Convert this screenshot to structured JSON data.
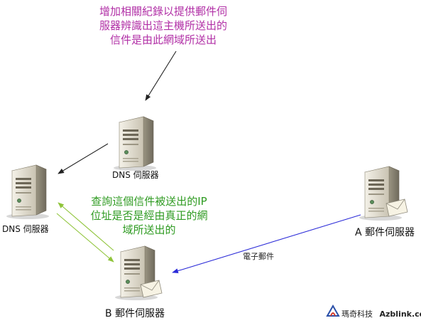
{
  "note_top": {
    "lines": [
      "增加相關紀錄以提供郵件伺",
      "服器辨識出這主機所送出的",
      "信件是由此網域所送出"
    ],
    "color": "#b12fa6"
  },
  "note_mid": {
    "lines": [
      "查詢這個信件被送出的IP",
      "位址是否是經由真正的網",
      "域所送出的"
    ],
    "color": "#2f9b22"
  },
  "nodes": {
    "dns_top": {
      "label": "DNS 伺服器",
      "icon": "server-icon"
    },
    "dns_left": {
      "label": "DNS 伺服器",
      "icon": "server-icon"
    },
    "mail_a": {
      "label": "A 郵件伺服器",
      "icon": "mail-server-icon"
    },
    "mail_b": {
      "label": "B 郵件伺服器",
      "icon": "mail-server-icon"
    }
  },
  "edges": {
    "email_label": "電子郵件",
    "email_color": "#2b2bd8",
    "query_color": "#8fc43a",
    "arrow_color": "#222222"
  },
  "brand": {
    "name": "瑪奇科技",
    "site": "Azblink.com",
    "icon": "azblink-logo-icon"
  }
}
